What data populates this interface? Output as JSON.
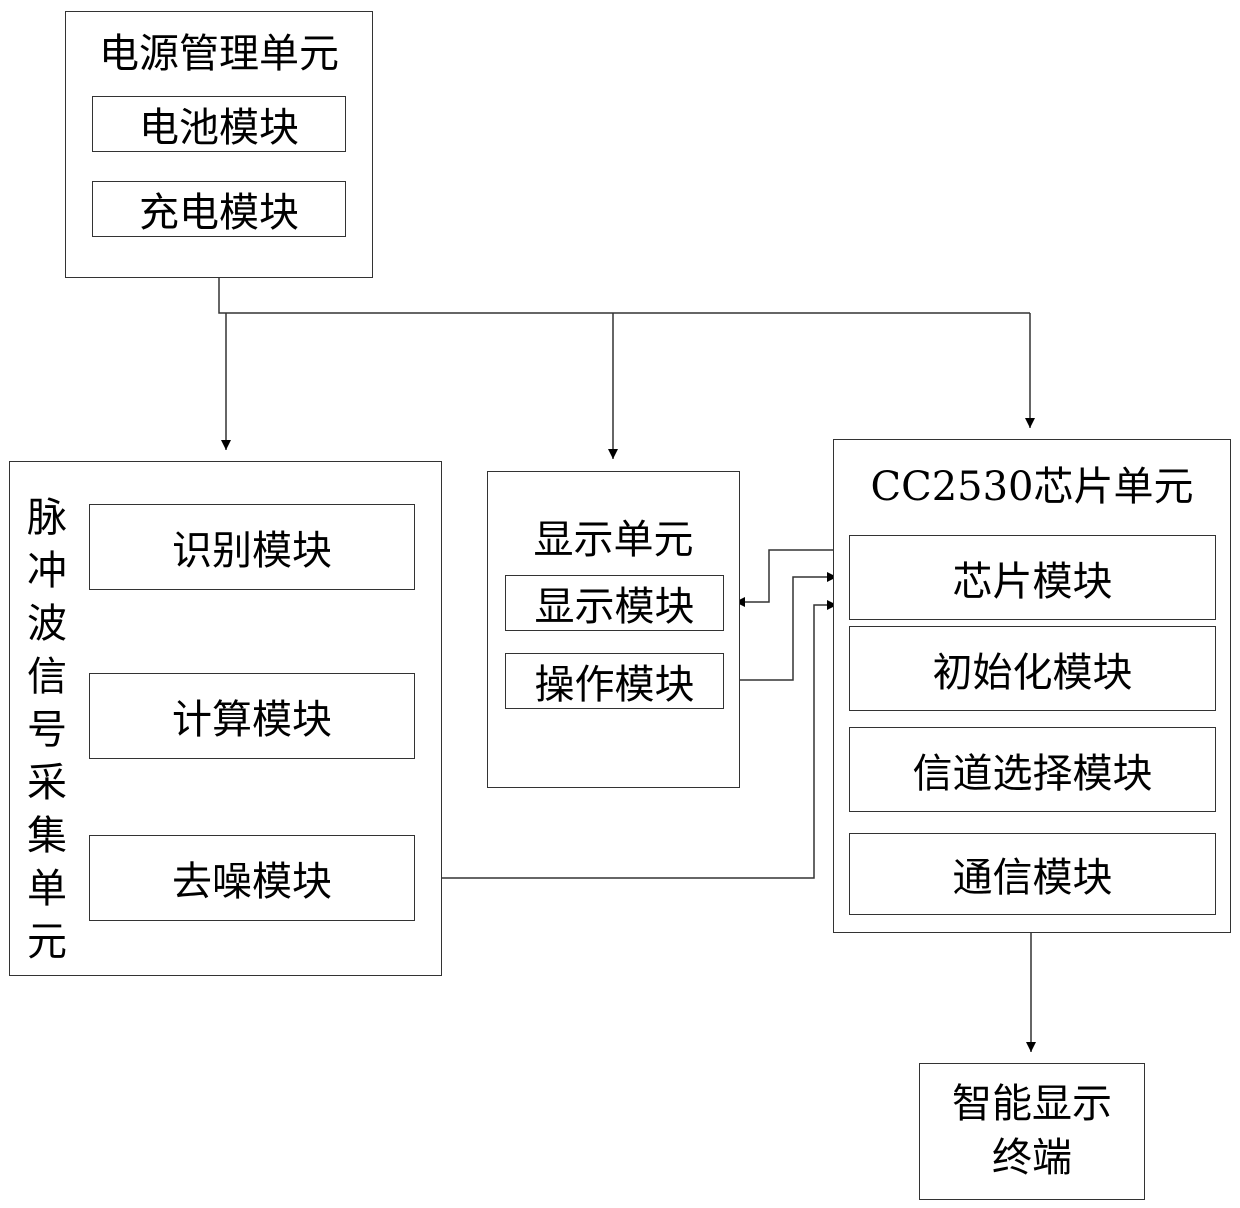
{
  "power": {
    "title": "电源管理单元",
    "modules": [
      "电池模块",
      "充电模块"
    ]
  },
  "pulse": {
    "title": "脉冲波信号采集单元",
    "modules": [
      "识别模块",
      "计算模块",
      "去噪模块"
    ]
  },
  "display": {
    "title": "显示单元",
    "modules": [
      "显示模块",
      "操作模块"
    ]
  },
  "chip": {
    "title": "CC2530芯片单元",
    "modules": [
      "芯片模块",
      "初始化模块",
      "信道选择模块",
      "通信模块"
    ]
  },
  "terminal": {
    "line1": "智能显示",
    "line2": "终端"
  }
}
